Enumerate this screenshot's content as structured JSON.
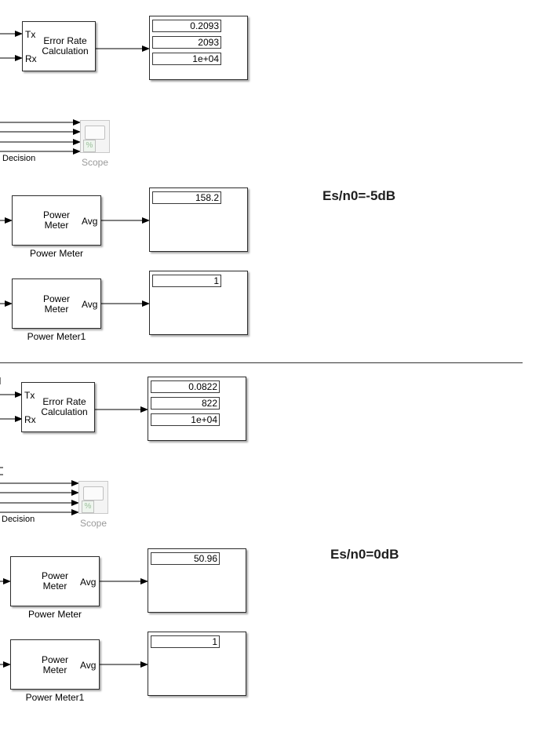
{
  "sections": [
    {
      "error_rate": {
        "port_tx": "Tx",
        "port_rx": "Rx",
        "label_line1": "Error Rate",
        "label_line2": "Calculation"
      },
      "error_display": [
        "0.2093",
        "2093",
        "1e+04"
      ],
      "decision_label": "Decision",
      "scope_label": "Scope",
      "power_meter_1": {
        "line1": "Power",
        "line2": "Meter",
        "port": "Avg",
        "name": "Power Meter",
        "display": "158.2"
      },
      "power_meter_2": {
        "line1": "Power",
        "line2": "Meter",
        "port": "Avg",
        "name": "Power Meter1",
        "display": "1"
      },
      "note": "Es/n0=-5dB"
    },
    {
      "error_rate": {
        "port_tx": "Tx",
        "port_rx": "Rx",
        "label_line1": "Error Rate",
        "label_line2": "Calculation"
      },
      "error_display": [
        "0.0822",
        "822",
        "1e+04"
      ],
      "decision_label": "Decision",
      "scope_label": "Scope",
      "power_meter_1": {
        "line1": "Power",
        "line2": "Meter",
        "port": "Avg",
        "name": "Power Meter",
        "display": "50.96"
      },
      "power_meter_2": {
        "line1": "Power",
        "line2": "Meter",
        "port": "Avg",
        "name": "Power Meter1",
        "display": "1"
      },
      "note": "Es/n0=0dB"
    }
  ]
}
